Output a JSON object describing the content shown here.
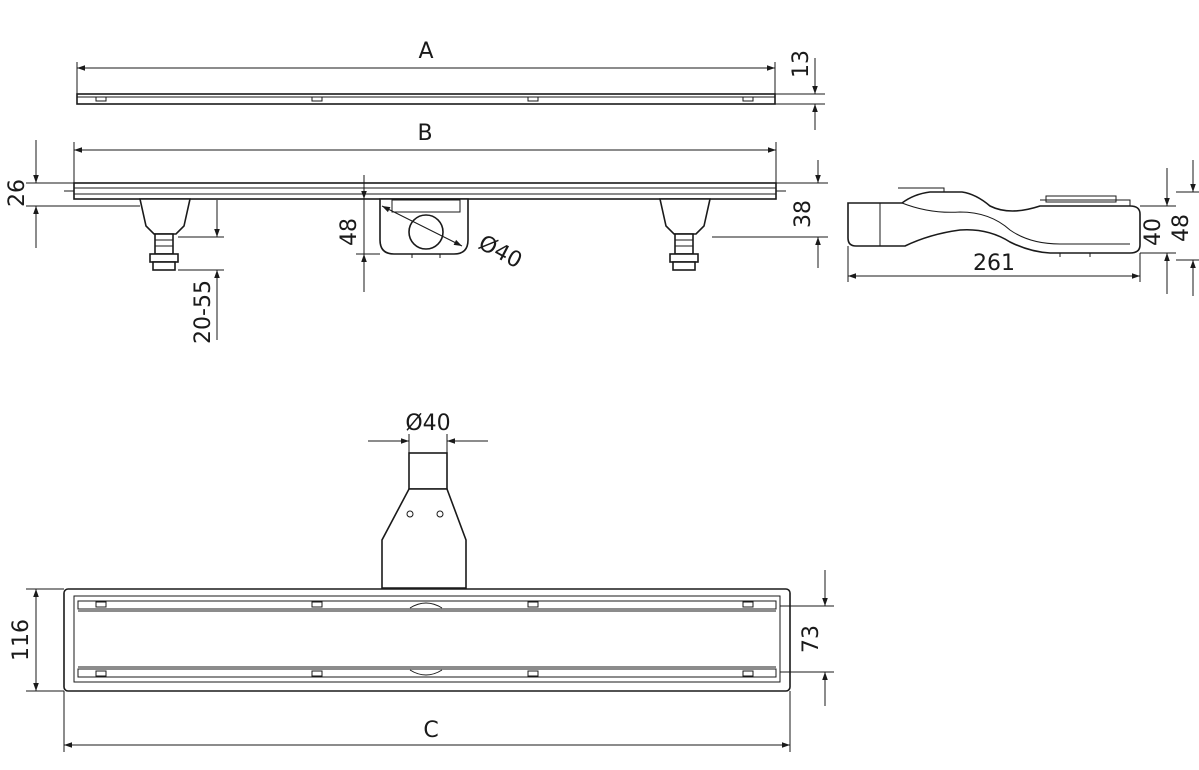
{
  "views": {
    "top_profile": {
      "length_label": "A",
      "height_label": "13"
    },
    "side_view": {
      "length_label": "B",
      "frame_height_label": "26",
      "leg_adjust_label": "20-55",
      "outlet_height_label": "48",
      "outlet_diameter_label": "Ø40",
      "body_height_label": "38"
    },
    "section_view": {
      "width_label": "261",
      "inner_height_label": "40",
      "outer_height_label": "48"
    },
    "plan_view": {
      "outlet_diameter_label": "Ø40",
      "frame_width_label": "116",
      "channel_width_label": "73",
      "length_label": "C"
    }
  }
}
